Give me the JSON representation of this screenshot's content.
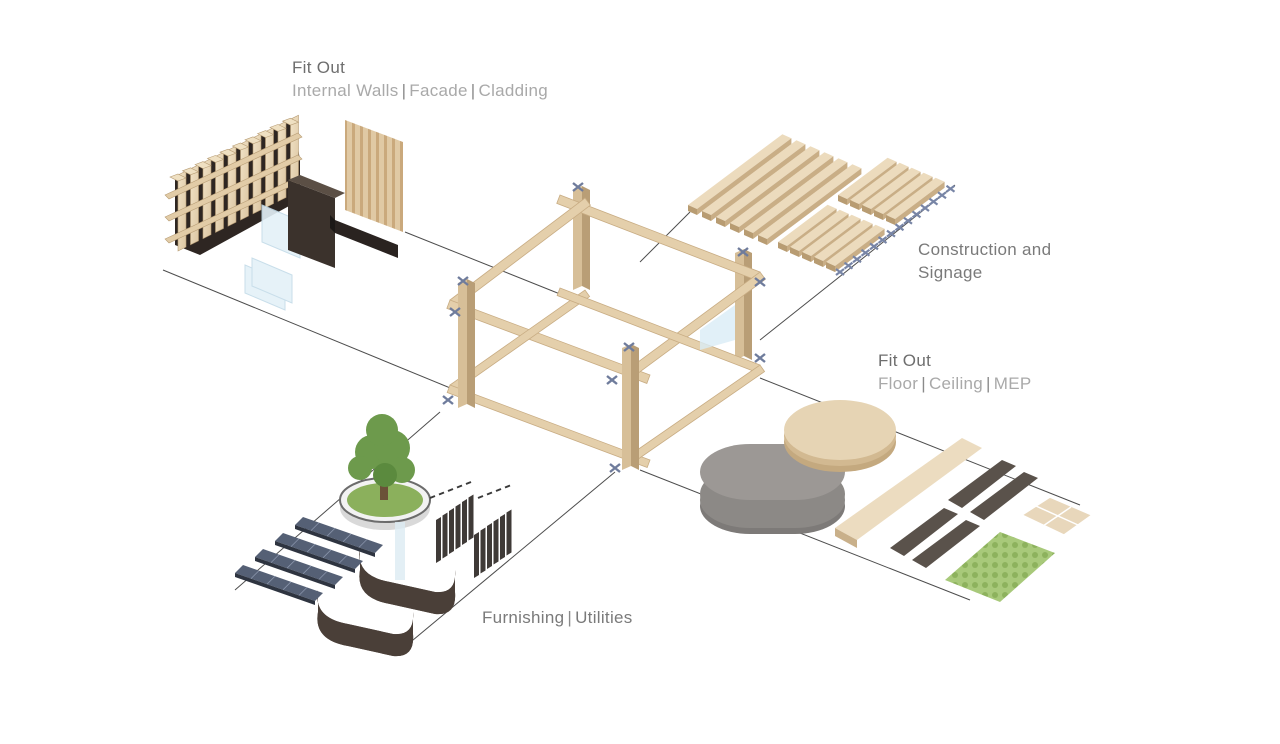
{
  "labels": {
    "internal": {
      "title": "Fit Out",
      "parts": [
        "Internal Walls",
        "Facade",
        "Cladding"
      ]
    },
    "construction": {
      "line1": "Construction and",
      "line2": "Signage"
    },
    "floor": {
      "title": "Fit Out",
      "parts": [
        "Floor",
        "Ceiling",
        "MEP"
      ]
    },
    "furnishing": {
      "parts": [
        "Furnishing",
        "Utilities"
      ]
    },
    "separator": "|"
  },
  "colors": {
    "timber_light": "#e8d6b8",
    "timber_mid": "#d4bc96",
    "timber_dark": "#b79c74",
    "panel_dark": "#3a302a",
    "steel": "#7f8aa8",
    "concrete": "#9a9693",
    "green": "#9cc36b",
    "glass": "#d7ecf6",
    "line": "#4a4a4a"
  }
}
